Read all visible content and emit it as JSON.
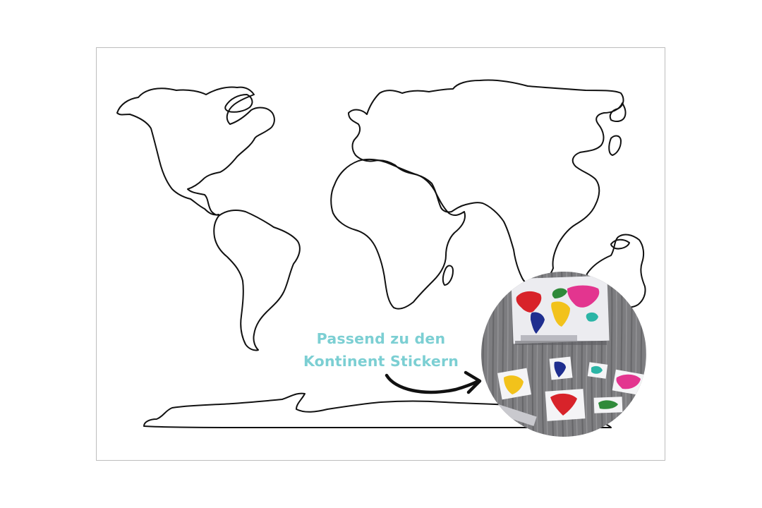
{
  "worksheet": {
    "callout_line1": "Passend zu den",
    "callout_line2": "Kontinent Stickern",
    "callout_color": "#7ccfd3",
    "outline_color": "#111111",
    "icons": [
      "world-map-outline",
      "curved-arrow-icon",
      "sticker-photo"
    ],
    "sticker_colors": {
      "north_america": "#d8232a",
      "south_america": "#1f2e8f",
      "europe": "#2f8a3a",
      "africa": "#f2c21b",
      "asia": "#e3358f",
      "australia": "#2bb5a6"
    }
  }
}
